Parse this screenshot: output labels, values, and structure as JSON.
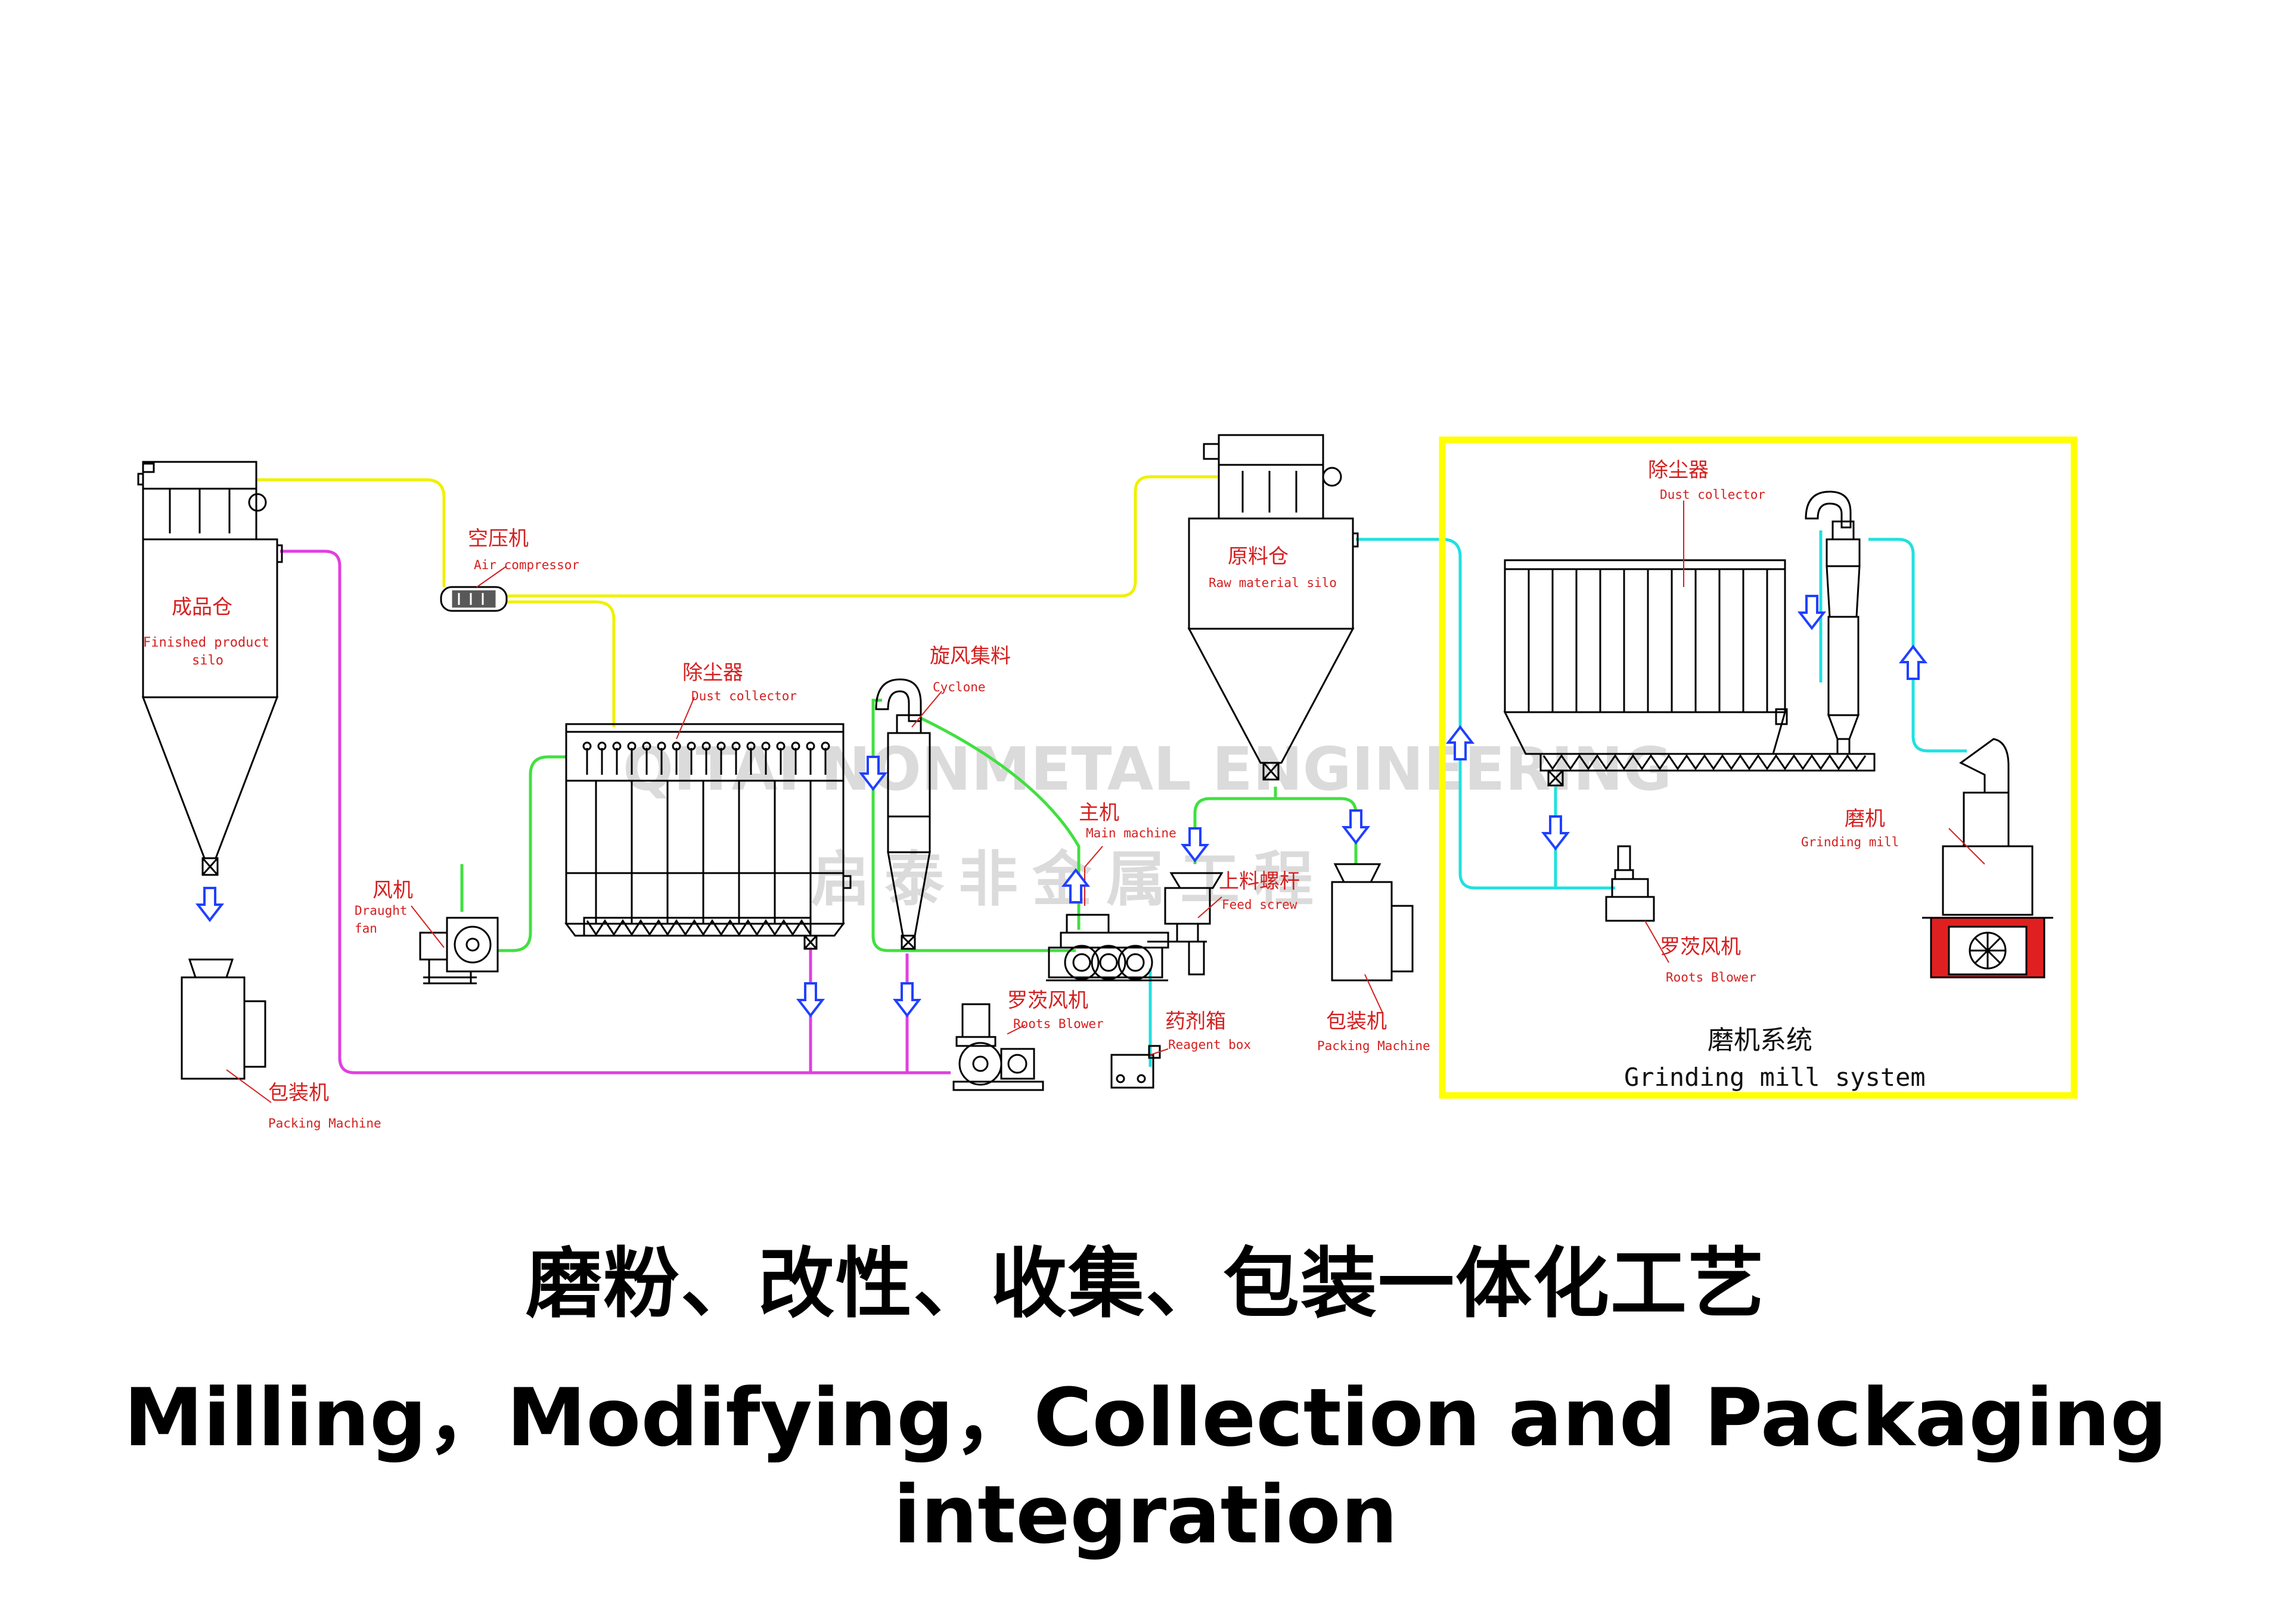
{
  "watermark": {
    "en": "QITAI NONMETAL ENGINEERING",
    "cn": "启泰非金属工程"
  },
  "labels": {
    "finished_silo_cn": "成品仓",
    "finished_silo_en1": "Finished product",
    "finished_silo_en2": "silo",
    "packing1_cn": "包装机",
    "packing1_en": "Packing Machine",
    "air_comp_cn": "空压机",
    "air_comp_en": "Air compressor",
    "draught_fan_cn": "风机",
    "draught_fan_en1": "Draught",
    "draught_fan_en2": "fan",
    "dust1_cn": "除尘器",
    "dust1_en": "Dust collector",
    "cyclone_cn": "旋风集料",
    "cyclone_en": "Cyclone",
    "roots1_cn": "罗茨风机",
    "roots1_en": "Roots Blower",
    "main_cn": "主机",
    "main_en": "Main machine",
    "feed_cn": "上料螺杆",
    "feed_en": "Feed screw",
    "reagent_cn": "药剂箱",
    "reagent_en": "Reagent box",
    "raw_cn": "原料仓",
    "raw_en": "Raw material silo",
    "packing2_cn": "包装机",
    "packing2_en": "Packing Machine",
    "dust2_cn": "除尘器",
    "dust2_en": "Dust collector",
    "grinding_cn": "磨机",
    "grinding_en": "Grinding mill",
    "roots2_cn": "罗茨风机",
    "roots2_en": "Roots Blower",
    "system_cn": "磨机系统",
    "system_en": "Grinding mill system"
  },
  "title_cn": "磨粉、改性、收集、包装一体化工艺",
  "title_en": "Milling，Modifying，Collection and Packaging integration",
  "colors": {
    "line": "#000000",
    "label": "#d42020",
    "yellow_pipe": "#f0f000",
    "magenta_pipe": "#e040e0",
    "green_pipe": "#40e040",
    "cyan_pipe": "#20e0e0",
    "arrow": "#2040ff",
    "system_frame": "#ffff00",
    "mill_base": "#e02020"
  }
}
